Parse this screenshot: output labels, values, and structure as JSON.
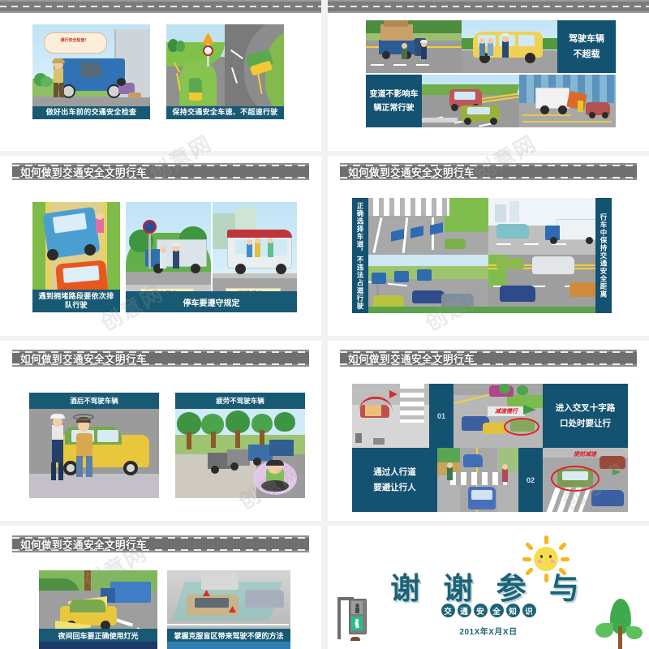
{
  "deck": {
    "background": "#f2f2f2",
    "accent_teal": "#185a73",
    "panel_blue": "#145271",
    "title_bar_grey": "#6f6f6f"
  },
  "slides": [
    {
      "id": "slide-1",
      "title": "",
      "captions": [
        "做好出车前的交通安全检查",
        "保持交通安全车速、不超速行驶"
      ],
      "bubble_text": "通行安全检查！"
    },
    {
      "id": "slide-2",
      "title": "",
      "panels": [
        "驾驶车辆",
        "不超载",
        "变道不影响车",
        "辆正常行驶"
      ]
    },
    {
      "id": "slide-3",
      "title": "如何做到交通安全文明行车",
      "captions": [
        "遇到拥堵路段要依次排队行驶",
        "停车要遵守规定"
      ],
      "sign_texts": [
        "禁止停车！",
        "不能停车！"
      ]
    },
    {
      "id": "slide-4",
      "title": "如何做到交通安全文明行车",
      "vertical_labels": [
        "正确选择车道，不违法占道行驶",
        "行车中保持交通安全距离"
      ]
    },
    {
      "id": "slide-5",
      "title": "如何做到交通安全文明行车",
      "captions": [
        "酒后不驾驶车辆",
        "疲劳不驾驶车辆"
      ]
    },
    {
      "id": "slide-6",
      "title": "如何做到交通安全文明行车",
      "numbers": [
        "01",
        "02"
      ],
      "panels": [
        "进入交叉十字路口处时要让行",
        "通过人行道要避让行人"
      ],
      "panel_lines": [
        [
          "进入交叉十字路",
          "口处时要让行"
        ],
        [
          "通过人行道",
          "要避让行人"
        ]
      ],
      "sign_texts": [
        "减速慢行",
        "提前减速"
      ]
    },
    {
      "id": "slide-7",
      "title": "如何做到交通安全文明行车",
      "captions": [
        "夜间回车要正确使用灯光",
        "掌握克服盲区带来驾驶不便的方法"
      ]
    },
    {
      "id": "slide-8",
      "title": "",
      "thanks_title": "谢 谢 参 与",
      "thanks_sub_chars": [
        "交",
        "通",
        "安",
        "全",
        "知",
        "识"
      ],
      "date": "201X年X月X日"
    }
  ],
  "watermark": "创意网"
}
